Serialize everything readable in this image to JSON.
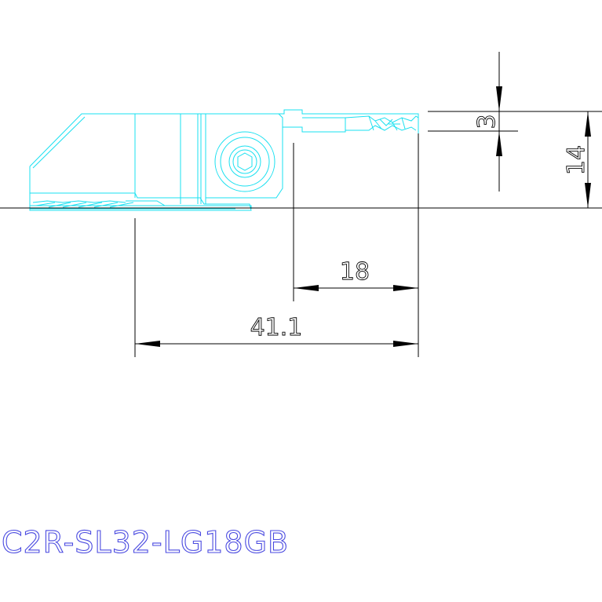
{
  "drawing": {
    "part_code": "C2R-SL32-LG18GB",
    "colors": {
      "tool_outline": "#19e0f0",
      "dimension_lines": "#000000",
      "part_code_text": "#4a4ae0",
      "background": "#ffffff"
    },
    "dimensions": {
      "cut_depth": "3",
      "height": "14",
      "insert_reach": "18",
      "overall_length": "41.1"
    }
  }
}
